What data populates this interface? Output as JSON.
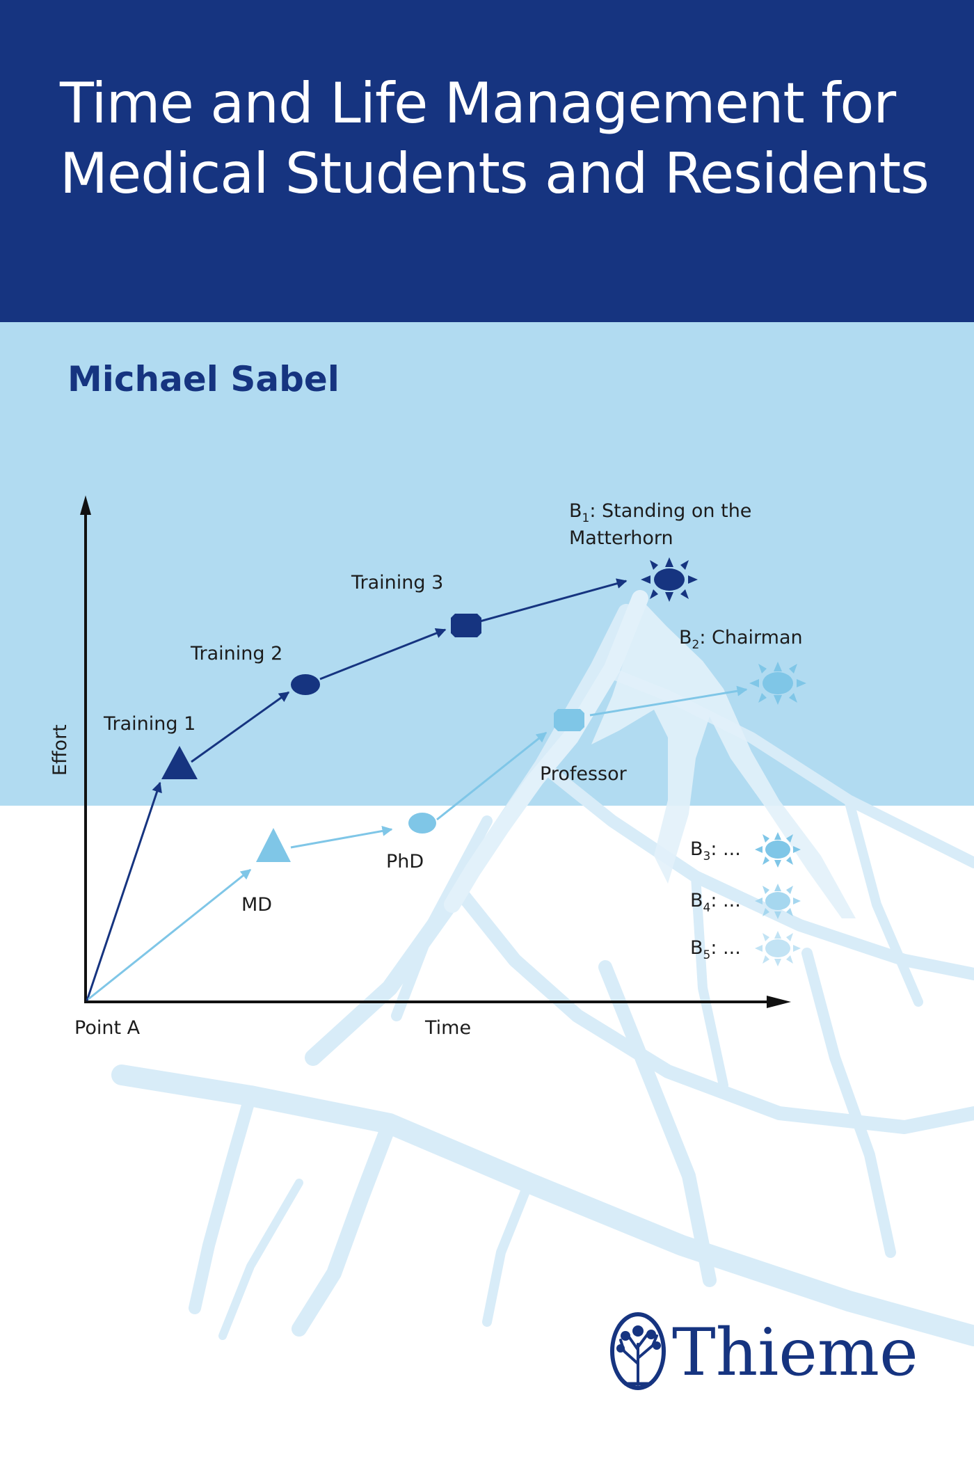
{
  "cover": {
    "title_line1": "Time and Life Management for",
    "title_line2": "Medical Students and Residents",
    "author": "Michael Sabel",
    "publisher": "Thieme",
    "colors": {
      "navy": "#163480",
      "light_blue": "#b1dbf1",
      "mid_blue": "#7fc6e7",
      "mountain": "#d8ecf8"
    }
  },
  "diagram": {
    "y_label": "Effort",
    "x_label": "Time",
    "origin_label": "Point A",
    "upper_path": {
      "milestones": [
        "Training 1",
        "Training 2",
        "Training 3"
      ],
      "goal_prefix": "B",
      "goal_sub": "1",
      "goal_line1": ": Standing on the",
      "goal_line2": "Matterhorn"
    },
    "lower_path": {
      "milestones": [
        "MD",
        "PhD",
        "Professor"
      ],
      "goal_prefix": "B",
      "goal_sub": "2",
      "goal_text": ": Chairman"
    },
    "other_goals": [
      {
        "prefix": "B",
        "sub": "3",
        "text": ": ..."
      },
      {
        "prefix": "B",
        "sub": "4",
        "text": ": ..."
      },
      {
        "prefix": "B",
        "sub": "5",
        "text": ": ..."
      }
    ]
  }
}
